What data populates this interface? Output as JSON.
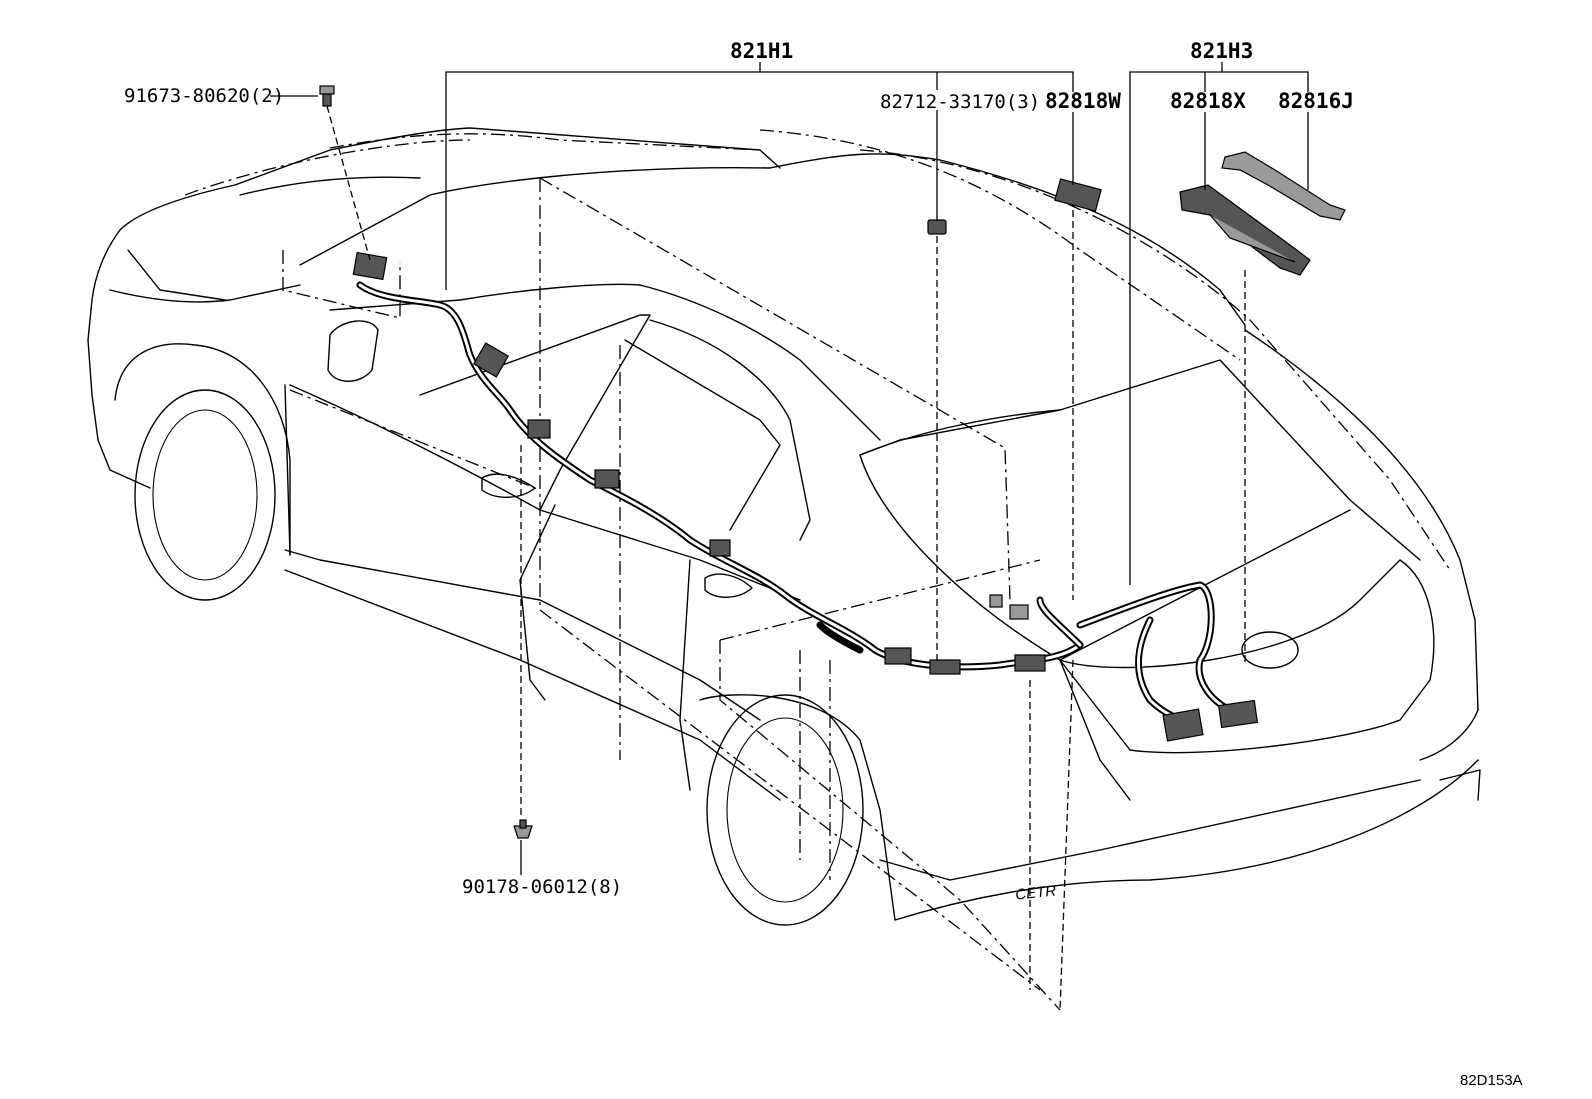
{
  "callouts": {
    "group_left": "821H1",
    "group_right": "821H3",
    "bolt": "91673-80620(2)",
    "clip_roof": "82712-33170(3)",
    "connector_w": "82818W",
    "connector_x": "82818X",
    "protector_j": "82816J",
    "clip_floor": "90178-06012(8)"
  },
  "reference_code": "82D153A",
  "badge_text": "CETR"
}
